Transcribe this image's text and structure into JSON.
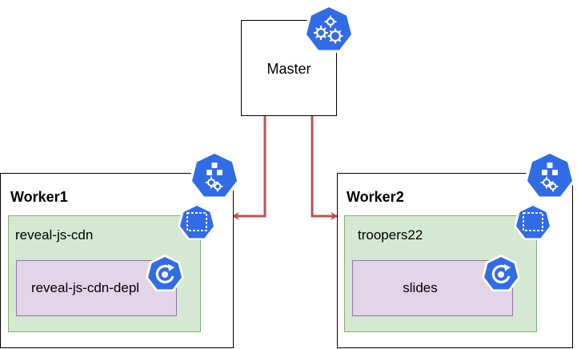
{
  "master": {
    "label": "Master",
    "icon": "kubernetes-control-plane-icon"
  },
  "workers": [
    {
      "label": "Worker1",
      "icon": "kubernetes-node-icon",
      "namespace": {
        "label": "reveal-js-cdn",
        "icon": "kubernetes-namespace-icon"
      },
      "deployment": {
        "label": "reveal-js-cdn-depl",
        "icon": "kubernetes-deployment-icon"
      }
    },
    {
      "label": "Worker2",
      "icon": "kubernetes-node-icon",
      "namespace": {
        "label": "troopers22",
        "icon": "kubernetes-namespace-icon"
      },
      "deployment": {
        "label": "slides",
        "icon": "kubernetes-deployment-icon"
      }
    }
  ],
  "colors": {
    "arrow": "#b85450",
    "k8s_blue": "#326ce5",
    "namespace_fill": "#d5e8d4",
    "namespace_border": "#82b366",
    "deployment_fill": "#e1d5e7",
    "deployment_border": "#9673a6"
  }
}
